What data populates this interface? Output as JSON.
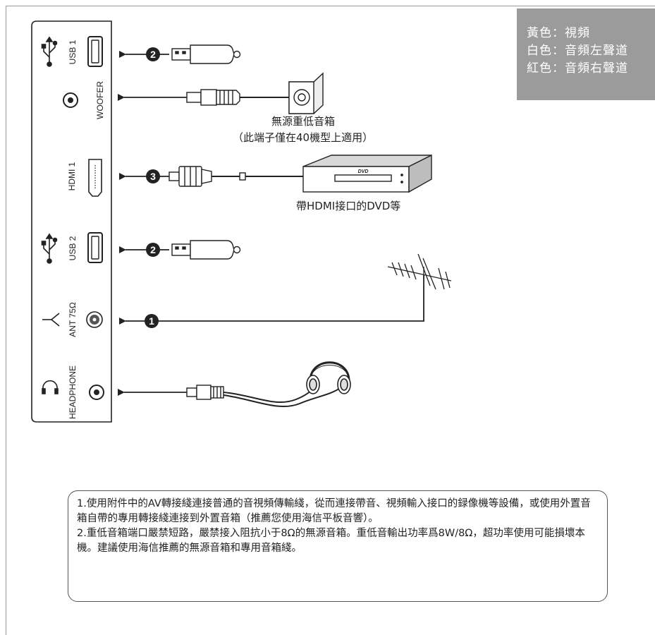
{
  "color_key": {
    "yellow": "黃色：視頻",
    "white": "白色：音頻左聲道",
    "red": "紅色：音頻右聲道"
  },
  "ports": {
    "usb1": "USB 1",
    "woofer": "WOOFER",
    "hdmi1": "HDMI 1",
    "usb2": "USB 2",
    "ant": "ANT 75Ω",
    "headphone": "HEADPHONE"
  },
  "badges": {
    "usb1": "2",
    "hdmi": "3",
    "usb2": "2",
    "ant": "1"
  },
  "devices": {
    "subwoofer_title": "無源重低音箱",
    "subwoofer_note": "（此端子僅在40機型上適用）",
    "dvd_label": "帶HDMI接口的DVD等",
    "dvd_logo": "DVD"
  },
  "notes": {
    "line1": "1.使用附件中的AV轉接綫連接普通的音視頻傳輸綫，從而連接帶音、視頻輸入接口的録像機等設備，或使用外置音箱自帶的專用轉接綫連接到外置音箱（推薦您使用海信平板音響）。",
    "line2": "2.重低音箱端口嚴禁短路，嚴禁接入阻抗小于8Ω的無源音箱。重低音輸出功率爲8W/8Ω，超功率使用可能損壞本機。建議使用海信推薦的無源音箱和專用音箱綫。"
  },
  "colors": {
    "panel_grey": "#9b9b9b",
    "line": "#222222"
  }
}
